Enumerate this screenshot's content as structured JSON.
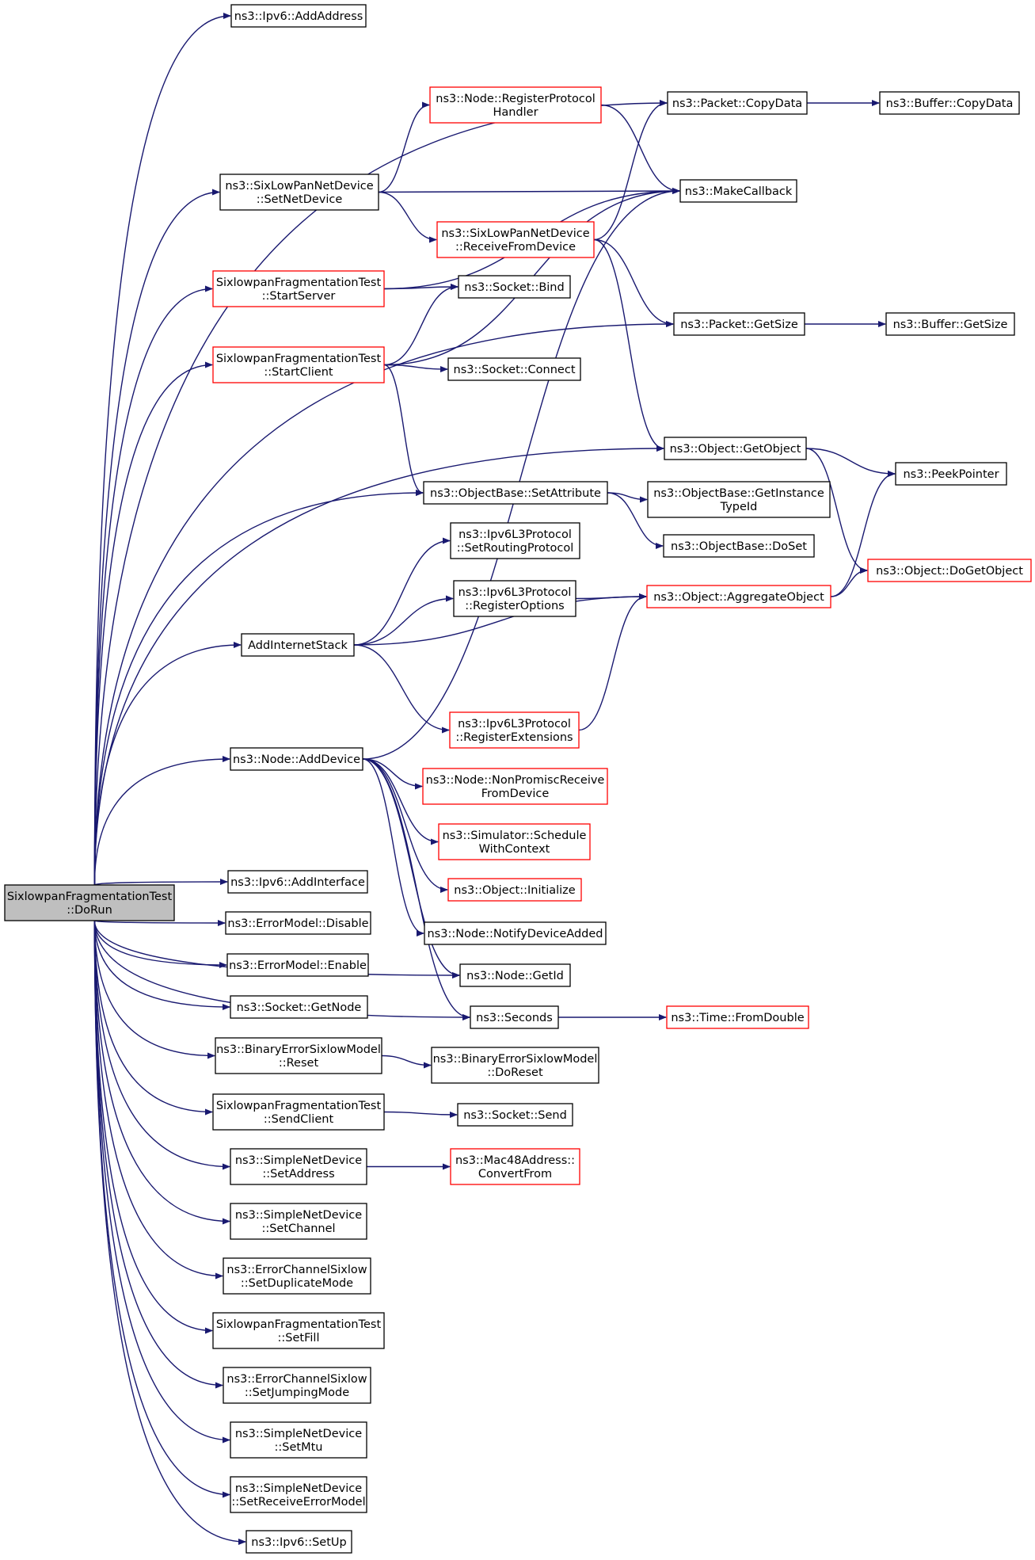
{
  "diagram": {
    "colors": {
      "edge": "#191970",
      "node_border": "#000000",
      "node_border_incomplete": "#ff0000",
      "root_fill": "#bfbfbf"
    },
    "nodes": [
      {
        "id": "dorun",
        "lines": [
          "SixlowpanFragmentationTest",
          "::DoRun"
        ],
        "style": "root"
      },
      {
        "id": "ipv6_addaddress",
        "lines": [
          "ns3::Ipv6::AddAddress"
        ],
        "style": "black"
      },
      {
        "id": "packet_copydata",
        "lines": [
          "ns3::Packet::CopyData"
        ],
        "style": "black"
      },
      {
        "id": "buffer_copydata",
        "lines": [
          "ns3::Buffer::CopyData"
        ],
        "style": "black"
      },
      {
        "id": "node_registerprotocol",
        "lines": [
          "ns3::Node::RegisterProtocol",
          "Handler"
        ],
        "style": "red"
      },
      {
        "id": "sixlowpan_setnetdevice",
        "lines": [
          "ns3::SixLowPanNetDevice",
          "::SetNetDevice"
        ],
        "style": "black"
      },
      {
        "id": "makecallback",
        "lines": [
          "ns3::MakeCallback"
        ],
        "style": "black"
      },
      {
        "id": "sixlowpan_receivefromdevice",
        "lines": [
          "ns3::SixLowPanNetDevice",
          "::ReceiveFromDevice"
        ],
        "style": "red"
      },
      {
        "id": "startserver",
        "lines": [
          "SixlowpanFragmentationTest",
          "::StartServer"
        ],
        "style": "red"
      },
      {
        "id": "socket_bind",
        "lines": [
          "ns3::Socket::Bind"
        ],
        "style": "black"
      },
      {
        "id": "packet_getsize",
        "lines": [
          "ns3::Packet::GetSize"
        ],
        "style": "black"
      },
      {
        "id": "buffer_getsize",
        "lines": [
          "ns3::Buffer::GetSize"
        ],
        "style": "black"
      },
      {
        "id": "startclient",
        "lines": [
          "SixlowpanFragmentationTest",
          "::StartClient"
        ],
        "style": "red"
      },
      {
        "id": "socket_connect",
        "lines": [
          "ns3::Socket::Connect"
        ],
        "style": "black"
      },
      {
        "id": "object_getobject",
        "lines": [
          "ns3::Object::GetObject"
        ],
        "style": "black"
      },
      {
        "id": "peekpointer",
        "lines": [
          "ns3::PeekPointer"
        ],
        "style": "black"
      },
      {
        "id": "objectbase_setattribute",
        "lines": [
          "ns3::ObjectBase::SetAttribute"
        ],
        "style": "black"
      },
      {
        "id": "objectbase_getinstancetypeid",
        "lines": [
          "ns3::ObjectBase::GetInstance",
          "TypeId"
        ],
        "style": "black"
      },
      {
        "id": "objectbase_doset",
        "lines": [
          "ns3::ObjectBase::DoSet"
        ],
        "style": "black"
      },
      {
        "id": "ipv6l3_setroutingprotocol",
        "lines": [
          "ns3::Ipv6L3Protocol",
          "::SetRoutingProtocol"
        ],
        "style": "black"
      },
      {
        "id": "object_dogetobject",
        "lines": [
          "ns3::Object::DoGetObject"
        ],
        "style": "red"
      },
      {
        "id": "ipv6l3_registeroptions",
        "lines": [
          "ns3::Ipv6L3Protocol",
          "::RegisterOptions"
        ],
        "style": "black"
      },
      {
        "id": "object_aggregateobject",
        "lines": [
          "ns3::Object::AggregateObject"
        ],
        "style": "red"
      },
      {
        "id": "addinternetstack",
        "lines": [
          "AddInternetStack"
        ],
        "style": "black"
      },
      {
        "id": "ipv6l3_registerextensions",
        "lines": [
          "ns3::Ipv6L3Protocol",
          "::RegisterExtensions"
        ],
        "style": "red"
      },
      {
        "id": "node_adddevice",
        "lines": [
          "ns3::Node::AddDevice"
        ],
        "style": "black"
      },
      {
        "id": "node_nonpromiscreceive",
        "lines": [
          "ns3::Node::NonPromiscReceive",
          "FromDevice"
        ],
        "style": "red"
      },
      {
        "id": "simulator_schedulewithcontext",
        "lines": [
          "ns3::Simulator::Schedule",
          "WithContext"
        ],
        "style": "red"
      },
      {
        "id": "object_initialize",
        "lines": [
          "ns3::Object::Initialize"
        ],
        "style": "red"
      },
      {
        "id": "ipv6_addinterface",
        "lines": [
          "ns3::Ipv6::AddInterface"
        ],
        "style": "black"
      },
      {
        "id": "node_notifydeviceadded",
        "lines": [
          "ns3::Node::NotifyDeviceAdded"
        ],
        "style": "black"
      },
      {
        "id": "errormodel_disable",
        "lines": [
          "ns3::ErrorModel::Disable"
        ],
        "style": "black"
      },
      {
        "id": "node_getid",
        "lines": [
          "ns3::Node::GetId"
        ],
        "style": "black"
      },
      {
        "id": "errormodel_enable",
        "lines": [
          "ns3::ErrorModel::Enable"
        ],
        "style": "black"
      },
      {
        "id": "seconds",
        "lines": [
          "ns3::Seconds"
        ],
        "style": "black"
      },
      {
        "id": "time_fromdouble",
        "lines": [
          "ns3::Time::FromDouble"
        ],
        "style": "red"
      },
      {
        "id": "socket_getnode",
        "lines": [
          "ns3::Socket::GetNode"
        ],
        "style": "black"
      },
      {
        "id": "binaryerror_reset",
        "lines": [
          "ns3::BinaryErrorSixlowModel",
          "::Reset"
        ],
        "style": "black"
      },
      {
        "id": "binaryerror_doreset",
        "lines": [
          "ns3::BinaryErrorSixlowModel",
          "::DoReset"
        ],
        "style": "black"
      },
      {
        "id": "sendclient",
        "lines": [
          "SixlowpanFragmentationTest",
          "::SendClient"
        ],
        "style": "black"
      },
      {
        "id": "socket_send",
        "lines": [
          "ns3::Socket::Send"
        ],
        "style": "black"
      },
      {
        "id": "simplenetdevice_setaddress",
        "lines": [
          "ns3::SimpleNetDevice",
          "::SetAddress"
        ],
        "style": "black"
      },
      {
        "id": "mac48_convertfrom",
        "lines": [
          "ns3::Mac48Address::",
          "ConvertFrom"
        ],
        "style": "red"
      },
      {
        "id": "simplenetdevice_setchannel",
        "lines": [
          "ns3::SimpleNetDevice",
          "::SetChannel"
        ],
        "style": "black"
      },
      {
        "id": "errorchannel_setduplicatemode",
        "lines": [
          "ns3::ErrorChannelSixlow",
          "::SetDuplicateMode"
        ],
        "style": "black"
      },
      {
        "id": "setfill",
        "lines": [
          "SixlowpanFragmentationTest",
          "::SetFill"
        ],
        "style": "black"
      },
      {
        "id": "errorchannel_setjumpingmode",
        "lines": [
          "ns3::ErrorChannelSixlow",
          "::SetJumpingMode"
        ],
        "style": "black"
      },
      {
        "id": "simplenetdevice_setmtu",
        "lines": [
          "ns3::SimpleNetDevice",
          "::SetMtu"
        ],
        "style": "black"
      },
      {
        "id": "simplenetdevice_setreceiveerrormodel",
        "lines": [
          "ns3::SimpleNetDevice",
          "::SetReceiveErrorModel"
        ],
        "style": "black"
      },
      {
        "id": "ipv6_setup",
        "lines": [
          "ns3::Ipv6::SetUp"
        ],
        "style": "black"
      }
    ],
    "edges": [
      [
        "dorun",
        "ipv6_addaddress"
      ],
      [
        "dorun",
        "packet_copydata"
      ],
      [
        "dorun",
        "sixlowpan_setnetdevice"
      ],
      [
        "dorun",
        "startserver"
      ],
      [
        "dorun",
        "startclient"
      ],
      [
        "dorun",
        "packet_getsize"
      ],
      [
        "dorun",
        "object_getobject"
      ],
      [
        "dorun",
        "objectbase_setattribute"
      ],
      [
        "dorun",
        "addinternetstack"
      ],
      [
        "dorun",
        "node_adddevice"
      ],
      [
        "dorun",
        "ipv6_addinterface"
      ],
      [
        "dorun",
        "errormodel_disable"
      ],
      [
        "dorun",
        "errormodel_enable"
      ],
      [
        "dorun",
        "socket_getnode"
      ],
      [
        "dorun",
        "binaryerror_reset"
      ],
      [
        "dorun",
        "sendclient"
      ],
      [
        "dorun",
        "simplenetdevice_setaddress"
      ],
      [
        "dorun",
        "simplenetdevice_setchannel"
      ],
      [
        "dorun",
        "errorchannel_setduplicatemode"
      ],
      [
        "dorun",
        "setfill"
      ],
      [
        "dorun",
        "errorchannel_setjumpingmode"
      ],
      [
        "dorun",
        "simplenetdevice_setmtu"
      ],
      [
        "dorun",
        "simplenetdevice_setreceiveerrormodel"
      ],
      [
        "dorun",
        "ipv6_setup"
      ],
      [
        "dorun",
        "node_getid"
      ],
      [
        "dorun",
        "seconds"
      ],
      [
        "packet_copydata",
        "buffer_copydata"
      ],
      [
        "sixlowpan_setnetdevice",
        "node_registerprotocol"
      ],
      [
        "sixlowpan_setnetdevice",
        "makecallback"
      ],
      [
        "sixlowpan_setnetdevice",
        "sixlowpan_receivefromdevice"
      ],
      [
        "node_registerprotocol",
        "makecallback"
      ],
      [
        "sixlowpan_receivefromdevice",
        "packet_copydata"
      ],
      [
        "sixlowpan_receivefromdevice",
        "packet_getsize"
      ],
      [
        "sixlowpan_receivefromdevice",
        "object_getobject"
      ],
      [
        "startserver",
        "makecallback"
      ],
      [
        "startserver",
        "socket_bind"
      ],
      [
        "startclient",
        "socket_bind"
      ],
      [
        "startclient",
        "makecallback"
      ],
      [
        "startclient",
        "socket_connect"
      ],
      [
        "startclient",
        "objectbase_setattribute"
      ],
      [
        "packet_getsize",
        "buffer_getsize"
      ],
      [
        "object_getobject",
        "peekpointer"
      ],
      [
        "object_getobject",
        "object_dogetobject"
      ],
      [
        "objectbase_setattribute",
        "objectbase_getinstancetypeid"
      ],
      [
        "objectbase_setattribute",
        "objectbase_doset"
      ],
      [
        "addinternetstack",
        "ipv6l3_setroutingprotocol"
      ],
      [
        "addinternetstack",
        "ipv6l3_registeroptions"
      ],
      [
        "addinternetstack",
        "object_aggregateobject"
      ],
      [
        "addinternetstack",
        "ipv6l3_registerextensions"
      ],
      [
        "ipv6l3_registeroptions",
        "object_aggregateobject"
      ],
      [
        "ipv6l3_registerextensions",
        "object_aggregateobject"
      ],
      [
        "object_aggregateobject",
        "peekpointer"
      ],
      [
        "object_aggregateobject",
        "object_dogetobject"
      ],
      [
        "node_adddevice",
        "makecallback"
      ],
      [
        "node_adddevice",
        "node_nonpromiscreceive"
      ],
      [
        "node_adddevice",
        "simulator_schedulewithcontext"
      ],
      [
        "node_adddevice",
        "object_initialize"
      ],
      [
        "node_adddevice",
        "node_notifydeviceadded"
      ],
      [
        "node_adddevice",
        "node_getid"
      ],
      [
        "node_adddevice",
        "seconds"
      ],
      [
        "seconds",
        "time_fromdouble"
      ],
      [
        "binaryerror_reset",
        "binaryerror_doreset"
      ],
      [
        "sendclient",
        "socket_send"
      ],
      [
        "simplenetdevice_setaddress",
        "mac48_convertfrom"
      ]
    ]
  }
}
